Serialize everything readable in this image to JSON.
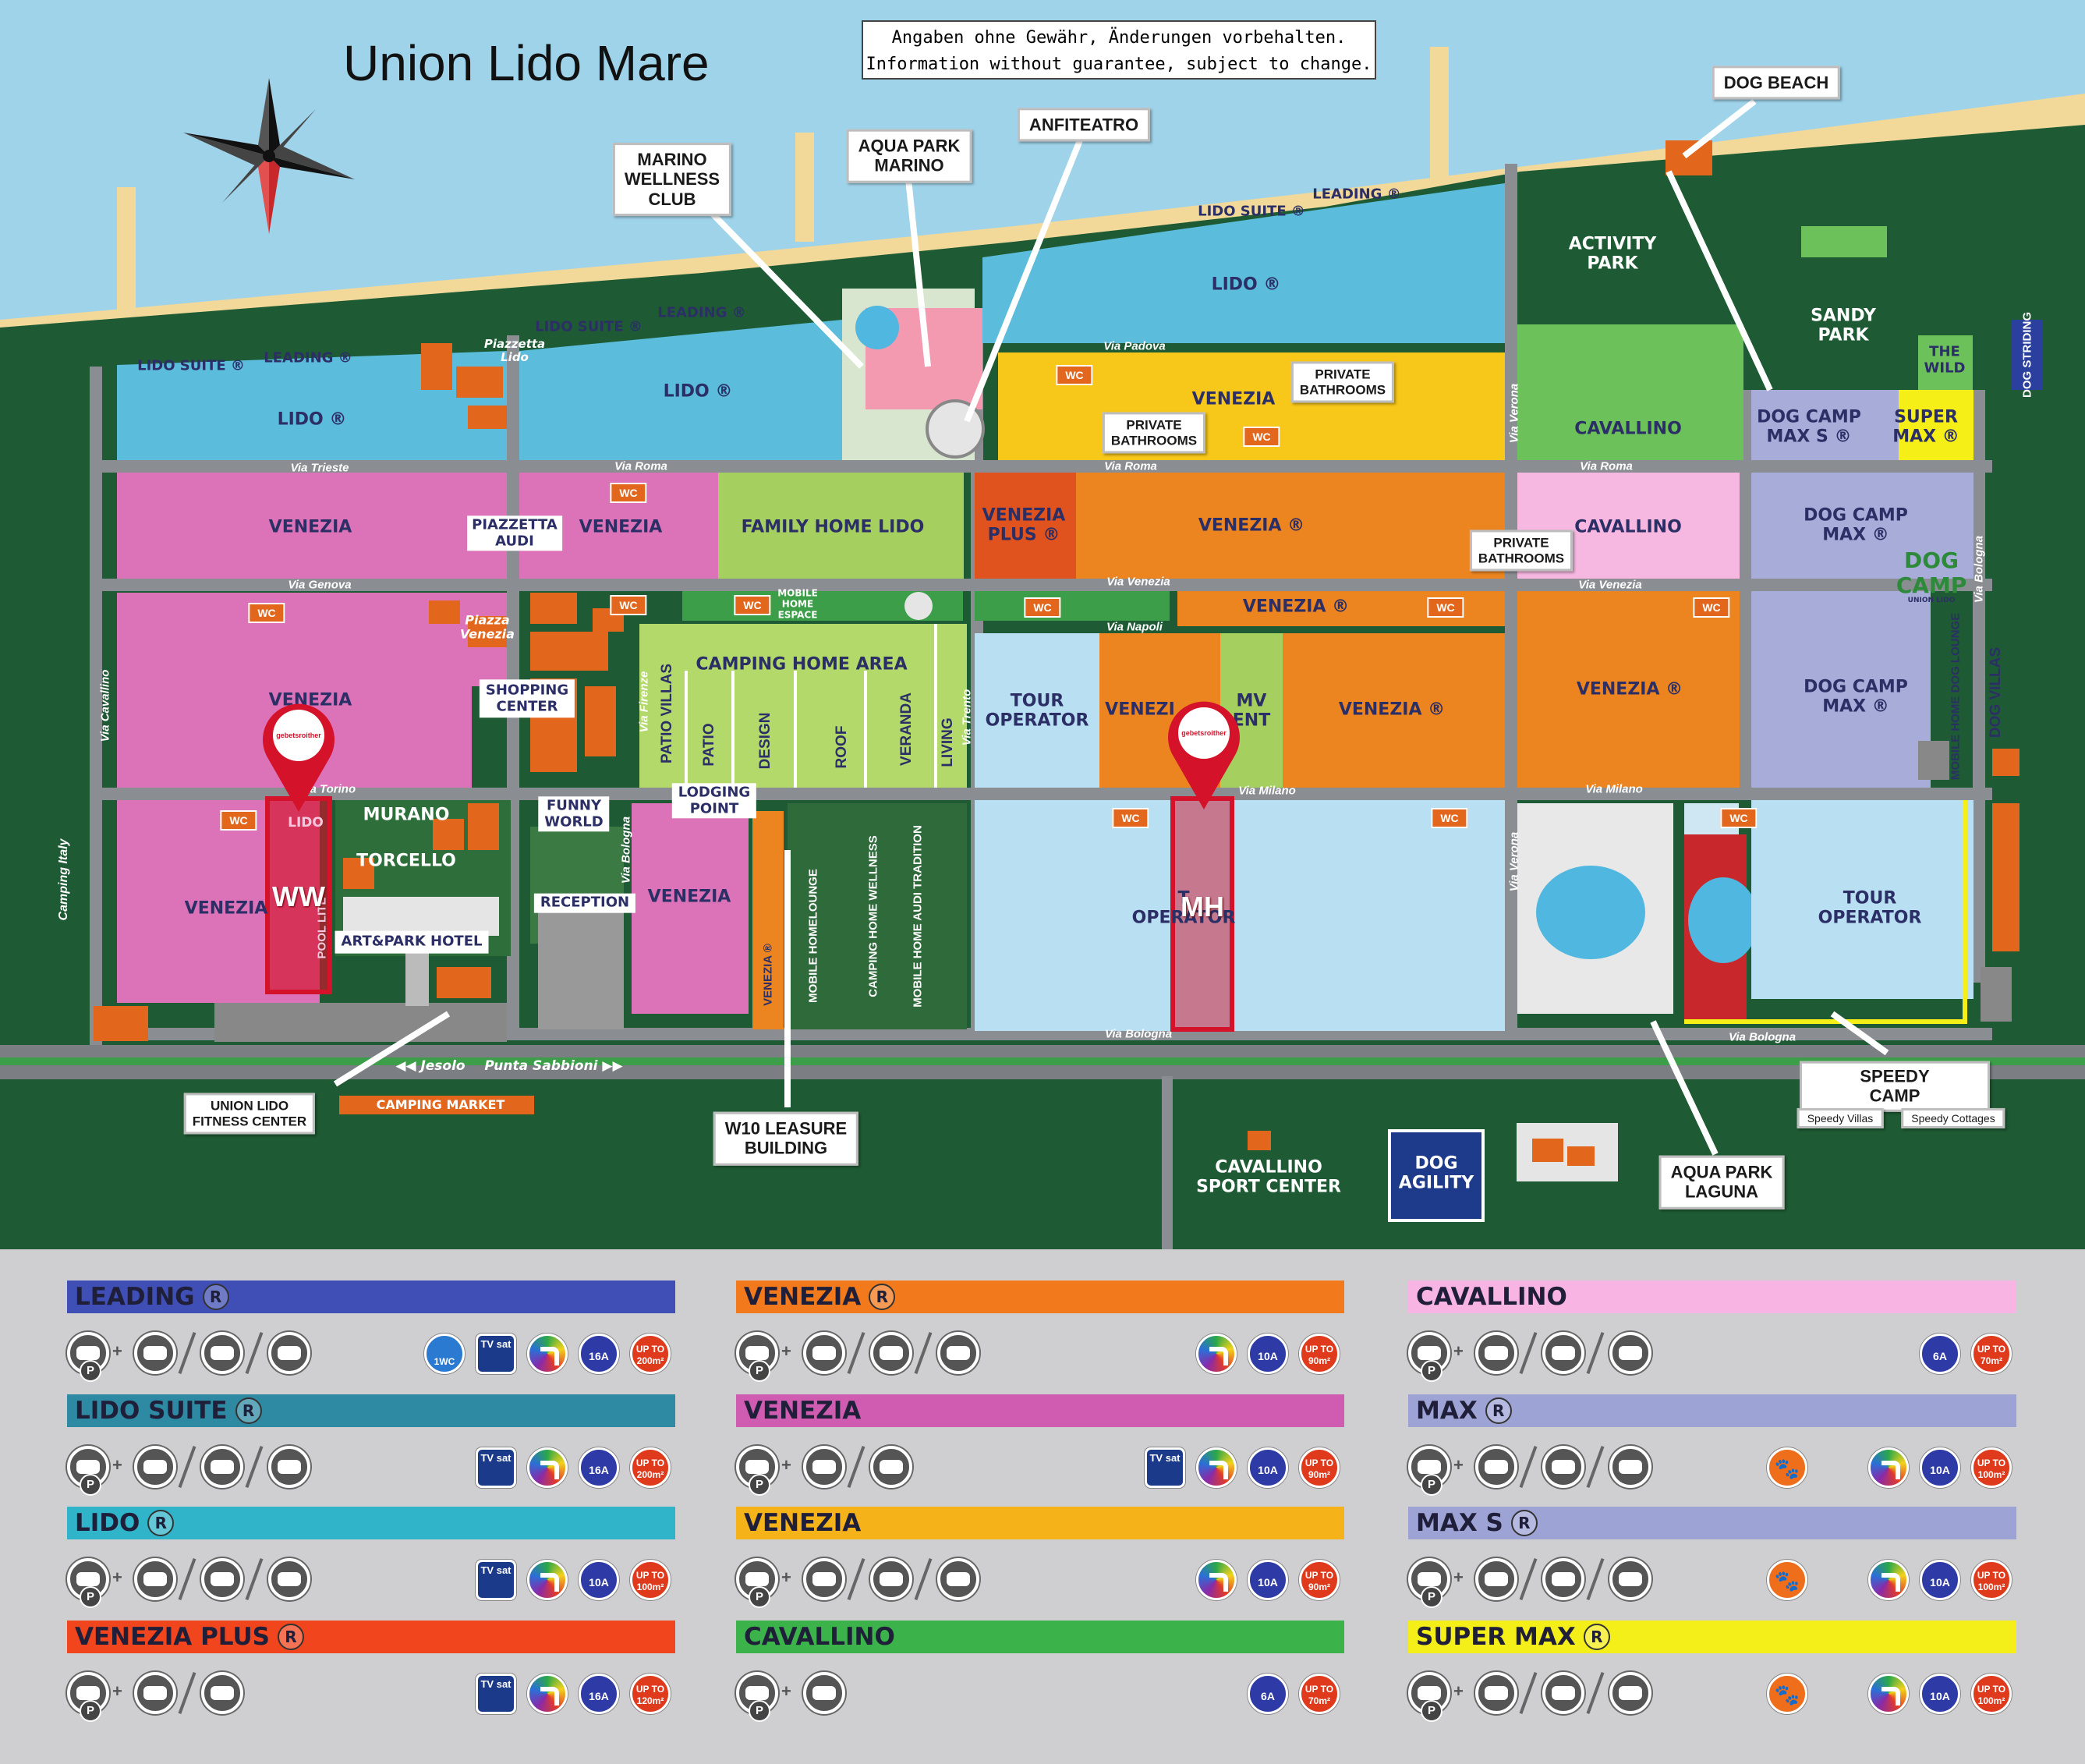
{
  "title": "Union Lido Mare",
  "disclaimer": [
    "Angaben ohne Gewähr, Änderungen vorbehalten.",
    "Information without guarantee, subject to change."
  ],
  "colors": {
    "sea": "#9fd3ea",
    "beach": "#f2d99a",
    "park": "#1e5a33",
    "road": "#7b7f83",
    "lido": "#5bbcdc",
    "venezia_pink": "#dc73b8",
    "venezia_orange": "#ec8420",
    "venezia_plus": "#e0521e",
    "venezia_yellow": "#f7c719",
    "cavallino_green": "#6cc15a",
    "cavallino_pink": "#f6b7e0",
    "family_green": "#a5cf5f",
    "camping_home": "#b3d96a",
    "tour_operator": "#b9dff3",
    "dog_camp": "#a7acd9",
    "super_max": "#f6ee17",
    "wc": "#e2671d",
    "pin": "#d4122a"
  },
  "zones": {
    "lido_1": "LIDO ®",
    "lido_2": "LIDO ®",
    "lido_3": "LIDO ®",
    "lido_suite_1": "LIDO SUITE ®",
    "lido_suite_2": "LIDO SUITE ®",
    "lido_suite_3": "LIDO SUITE ®",
    "leading_1": "LEADING ®",
    "leading_2": "LEADING ®",
    "leading_3": "LEADING ®",
    "piazzetta_lido": "Piazzetta\nLido",
    "venezia_1": "VENEZIA",
    "venezia_2": "VENEZIA",
    "venezia_3": "VENEZIA",
    "venezia_4": "VENEZIA",
    "venezia_5": "VENEZIA",
    "venezia_6": "VENEZIA",
    "venezia_yellow": "VENEZIA",
    "venezia_r1": "VENEZIA ®",
    "venezia_r2": "VENEZIA ®",
    "venezia_r3": "VENEZIA ®",
    "venezia_r4": "VENEZIA ®",
    "venezia_r5": "VENEZIA ®",
    "venezi_partial": "VENEZI",
    "venezia_plus": "VENEZIA\nPLUS ®",
    "piazzetta_audi": "PIAZZETTA\nAUDI",
    "piazza_venezia": "Piazza\nVenezia",
    "family_home_lido": "FAMILY HOME LIDO",
    "mobile_home_espace": "MOBILE\nHOME\nESPACE",
    "camping_home_area": "CAMPING HOME AREA",
    "patio_villas": "PATIO VILLAS",
    "patio": "PATIO",
    "design": "DESIGN",
    "roof": "ROOF",
    "veranda": "VERANDA",
    "living": "LIVING",
    "tour_operator_1": "TOUR\nOPERATOR",
    "tour_operator_2": "TOUR\nOPERATOR",
    "tour_operator_mh": "T\nOPERATOR",
    "mv_event": "MV\nENT",
    "cavallino_1": "CAVALLINO",
    "cavallino_2": "CAVALLINO",
    "activity_park": "ACTIVITY\nPARK",
    "sandy_park": "SANDY\nPARK",
    "the_wild": "THE\nWILD",
    "dog_striding": "DOG\nSTRIDING",
    "dog_camp_max_s": "DOG CAMP\nMAX S ®",
    "super_max": "SUPER\nMAX ®",
    "dog_camp_max_1": "DOG CAMP\nMAX ®",
    "dog_camp_max_2": "DOG CAMP\nMAX ®",
    "dog_camp_logo": "DOG\nCAMP",
    "union_lido_small": "UNION LIDO",
    "mobile_home_dog_lounge": "MOBILE HOME\nDOG LOUNGE",
    "dog_villas": "DOG VILLAS",
    "shopping_center": "SHOPPING\nCENTER",
    "murano": "MURANO",
    "torcello": "TORCELLO",
    "art_park_hotel": "ART&PARK HOTEL",
    "funny_world": "FUNNY\nWORLD",
    "reception": "RECEPTION",
    "lodging_point": "LODGING\nPOINT",
    "lido_small": "LIDO",
    "pool_lite": "POOL LITE",
    "venezia_vertical": "VENEZIA ®",
    "mobile_home_lounge": "MOBILE HOMELOUNGE",
    "camping_home_wellness": "CAMPING HOME WELLNESS",
    "mobile_home_audi_tradition": "MOBILE HOME AUDI TRADITION",
    "camping_italy": "Camping Italy",
    "cavallino_sport_center": "CAVALLINO\nSPORT CENTER",
    "dog_agility": "DOG\nAGILITY",
    "camping_market": "CAMPING MARKET",
    "jesolo_direction": "◀◀ Jesolo",
    "punta_sabbioni_direction": "Punta Sabbioni ▶▶"
  },
  "streets": {
    "via_trieste": "Via Trieste",
    "via_roma_1": "Via Roma",
    "via_roma_2": "Via Roma",
    "via_roma_3": "Via Roma",
    "via_padova": "Via Padova",
    "via_genova": "Via Genova",
    "via_venezia_1": "Via Venezia",
    "via_venezia_2": "Via Venezia",
    "via_napoli": "Via Napoli",
    "via_torino": "Via Torino",
    "via_milano_1": "Via Milano",
    "via_milano_2": "Via Milano",
    "via_bologna_1": "Via Bologna",
    "via_bologna_2": "Via Bologna",
    "via_bologna_3": "Via Bologna",
    "via_bologna_v1": "Via Bologna",
    "via_bologna_v2": "Via Bologna",
    "via_cavallino": "Via Cavallino",
    "via_firenze": "Via Firenze",
    "via_trento": "Via Trento",
    "via_verona_1": "Via Verona",
    "via_verona_2": "Via Verona"
  },
  "callouts": {
    "marino_wellness": "MARINO\nWELLNESS\nCLUB",
    "aqua_park_marino": "AQUA PARK\nMARINO",
    "anfiteatro": "ANFITEATRO",
    "dog_beach": "DOG BEACH",
    "private_bathrooms_1": "PRIVATE\nBATHROOMS",
    "private_bathrooms_2": "PRIVATE\nBATHROOMS",
    "private_bathrooms_3": "PRIVATE\nBATHROOMS",
    "union_lido_fitness": "UNION LIDO\nFITNESS CENTER",
    "w10_leasure": "W10 LEASURE\nBUILDING",
    "aqua_park_laguna": "AQUA PARK\nLAGUNA",
    "speedy_camp": "SPEEDY CAMP",
    "speedy_villas": "Speedy Villas",
    "speedy_cottages": "Speedy Cottages"
  },
  "wc_label": "WC",
  "pins": {
    "brand": "gebetsroither",
    "ww": "WW",
    "mh": "MH"
  },
  "legend": [
    {
      "name": "LEADING",
      "r": "R",
      "color": "#3f4fb5",
      "feats": [
        "1WC",
        "TV sat",
        "water",
        "16A",
        "UP TO 200m²"
      ]
    },
    {
      "name": "LIDO SUITE",
      "r": "R",
      "color": "#2e8aa3",
      "feats": [
        "TV sat",
        "water",
        "16A",
        "UP TO 200m²"
      ]
    },
    {
      "name": "LIDO",
      "r": "R",
      "color": "#2fb4c9",
      "feats": [
        "TV sat",
        "water",
        "10A",
        "UP TO 100m²"
      ]
    },
    {
      "name": "VENEZIA PLUS",
      "r": "R",
      "color": "#f1451d",
      "feats": [
        "TV sat",
        "water",
        "16A",
        "UP TO 120m²"
      ]
    },
    {
      "name": "VENEZIA",
      "r": "R",
      "color": "#f2791c",
      "feats": [
        "water",
        "10A",
        "UP TO 90m²"
      ]
    },
    {
      "name": "VENEZIA",
      "r": "",
      "color": "#cf5cb0",
      "feats": [
        "TV sat",
        "water",
        "10A",
        "UP TO 90m²"
      ]
    },
    {
      "name": "VENEZIA",
      "r": "",
      "color": "#f6b319",
      "feats": [
        "water",
        "10A",
        "UP TO 90m²"
      ]
    },
    {
      "name": "CAVALLINO",
      "r": "",
      "color": "#3bb34a",
      "feats": [
        "6A",
        "UP TO 70m²"
      ]
    },
    {
      "name": "CAVALLINO",
      "r": "",
      "color": "#f8b4e2",
      "feats": [
        "6A",
        "UP TO 70m²"
      ]
    },
    {
      "name": "MAX",
      "r": "R",
      "color": "#9ea3d6",
      "feats": [
        "dog",
        "water",
        "10A",
        "UP TO 100m²"
      ]
    },
    {
      "name": "MAX S",
      "r": "R",
      "color": "#9ea3d6",
      "feats": [
        "dog",
        "water",
        "10A",
        "UP TO 100m²"
      ]
    },
    {
      "name": "SUPER MAX",
      "r": "R",
      "color": "#f4ee19",
      "feats": [
        "dog",
        "water",
        "10A",
        "UP TO 100m²"
      ]
    }
  ]
}
